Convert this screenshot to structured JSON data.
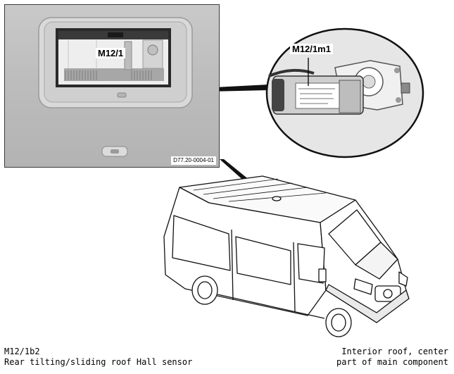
{
  "diagram": {
    "photo_label": "M12/1",
    "motor_label": "M12/1m1",
    "photo_code": "D77.20-0004-01"
  },
  "caption": {
    "left_line1": "M12/1b2",
    "left_line2": "Rear tilting/sliding roof Hall sensor",
    "right_line1": "Interior roof, center",
    "right_line2": "part of main component"
  }
}
